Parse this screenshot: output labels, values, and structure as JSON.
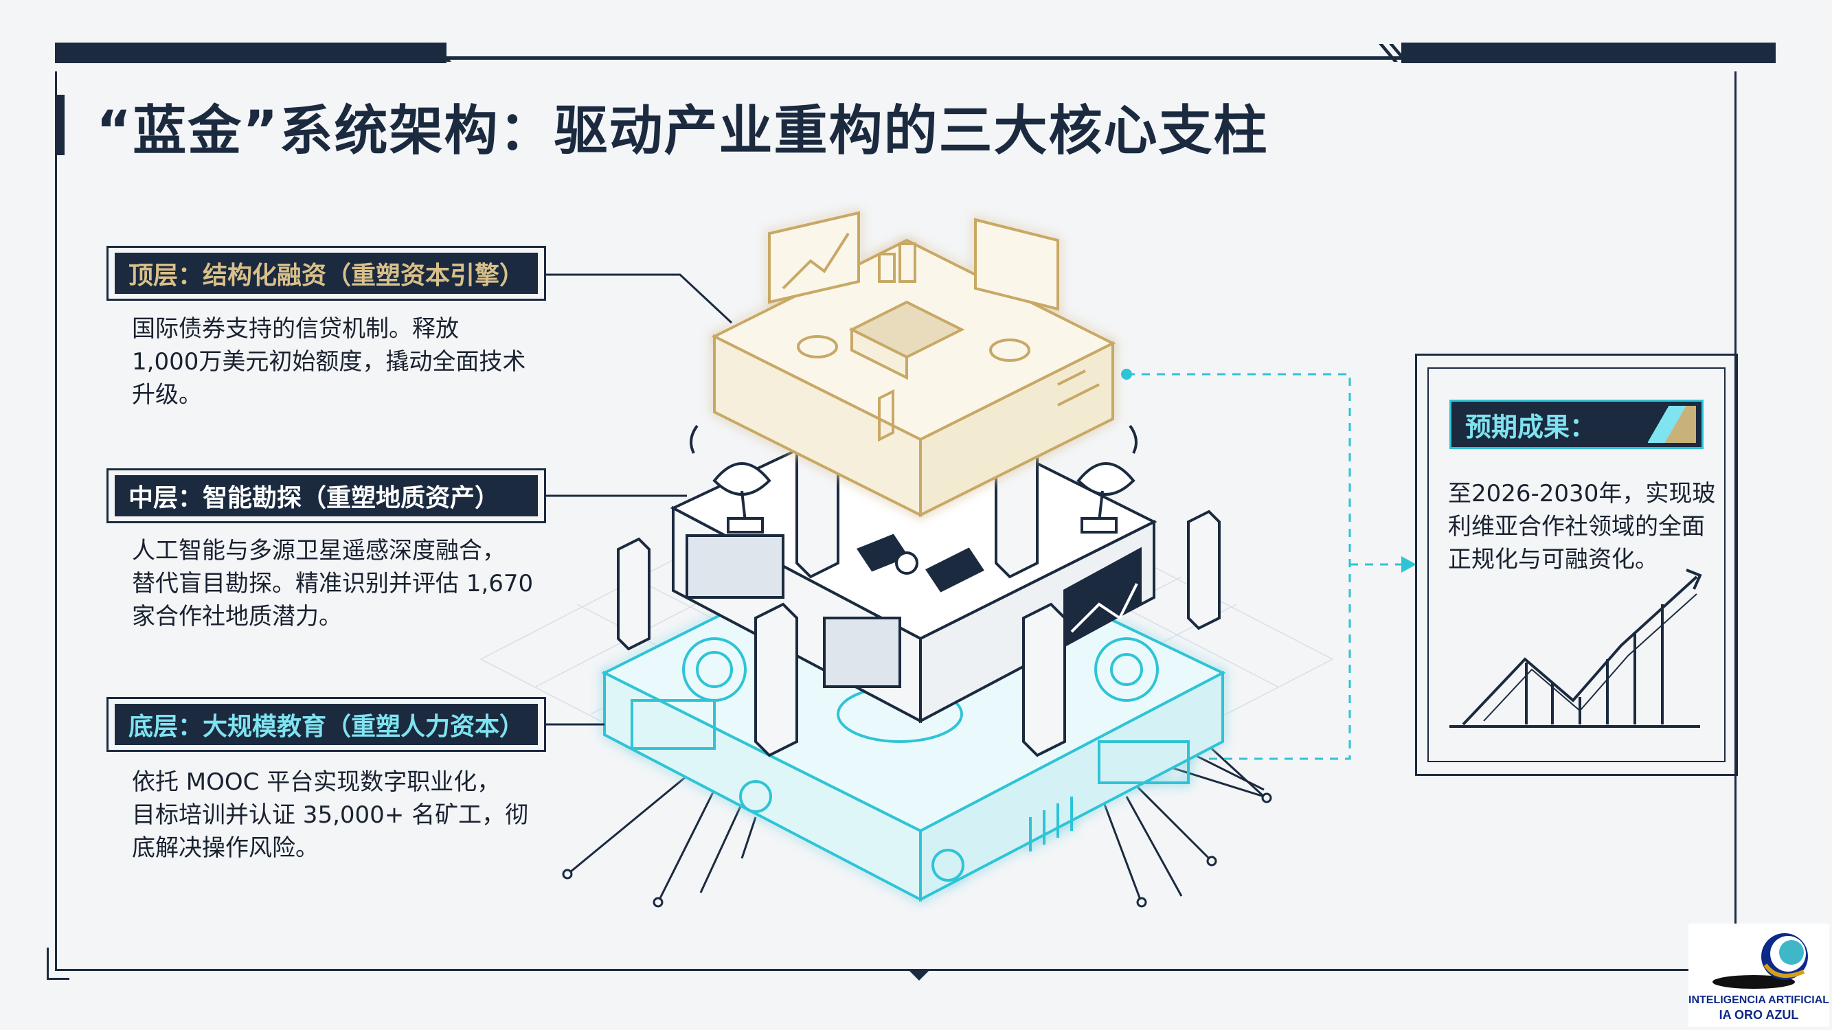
{
  "title": "“蓝金”系统架构：驱动产业重构的三大核心支柱",
  "layers": [
    {
      "label": "顶层：结构化融资（重塑资本引擎）",
      "lines": [
        "国际债券支持的信贷机制。释放",
        "1,000万美元初始额度，撬动全面技术",
        "升级。"
      ]
    },
    {
      "label": "中层：智能勘探（重塑地质资产）",
      "lines": [
        "人工智能与多源卫星遥感深度融合，",
        "替代盲目勘探。精准识别并评估 1,670",
        "家合作社地质潜力。"
      ]
    },
    {
      "label": "底层：大规模教育（重塑人力资本）",
      "lines": [
        "依托 MOOC 平台实现数字职业化，",
        "目标培训并认证 35,000+ 名矿工，彻",
        "底解决操作风险。"
      ]
    }
  ],
  "outcome": {
    "label": "预期成果：",
    "lines": [
      "至2026-2030年，实现玻",
      "利维亚合作社领域的全面",
      "正规化与可融资化。"
    ]
  },
  "logo": {
    "line1": "INTELIGENCIA ARTIFICIAL",
    "line2": "IA ORO AZUL"
  },
  "colors": {
    "navy": "#1b2a3f",
    "gold": "#c8a865",
    "cyan": "#2ec4d6"
  }
}
